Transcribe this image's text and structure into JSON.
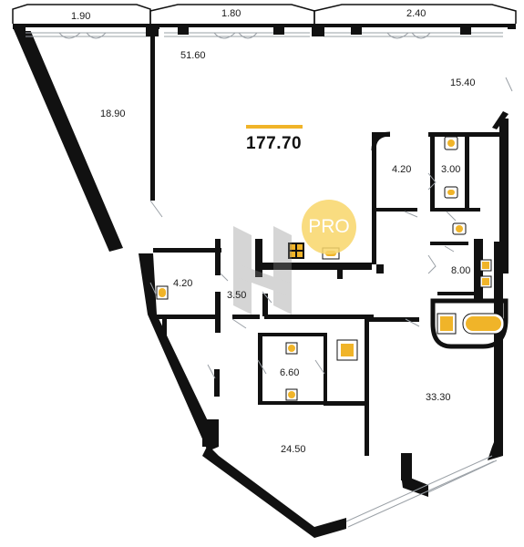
{
  "plan": {
    "total_area": "177.70",
    "badge_text": "PRO",
    "balcony_labels": [
      "1.90",
      "1.80",
      "2.40"
    ],
    "rooms": [
      {
        "id": "room-living",
        "area": "51.60"
      },
      {
        "id": "room-kitchen",
        "area": "15.40"
      },
      {
        "id": "room-left-wedge",
        "area": "18.90"
      },
      {
        "id": "room-closet-upper",
        "area": "4.20"
      },
      {
        "id": "room-bath-upper",
        "area": "3.00"
      },
      {
        "id": "room-closet-left",
        "area": "4.20"
      },
      {
        "id": "room-corridor",
        "area": "3.50"
      },
      {
        "id": "room-laundry",
        "area": "8.00"
      },
      {
        "id": "room-bath-middle",
        "area": "6.60"
      },
      {
        "id": "room-bedroom-right",
        "area": "33.30"
      },
      {
        "id": "room-bedroom-bottom",
        "area": "24.50"
      }
    ]
  },
  "colors": {
    "wall": "#111111",
    "fixture": "#f0b429",
    "badge": "#f8d66b",
    "window": "#9aa0a6"
  }
}
